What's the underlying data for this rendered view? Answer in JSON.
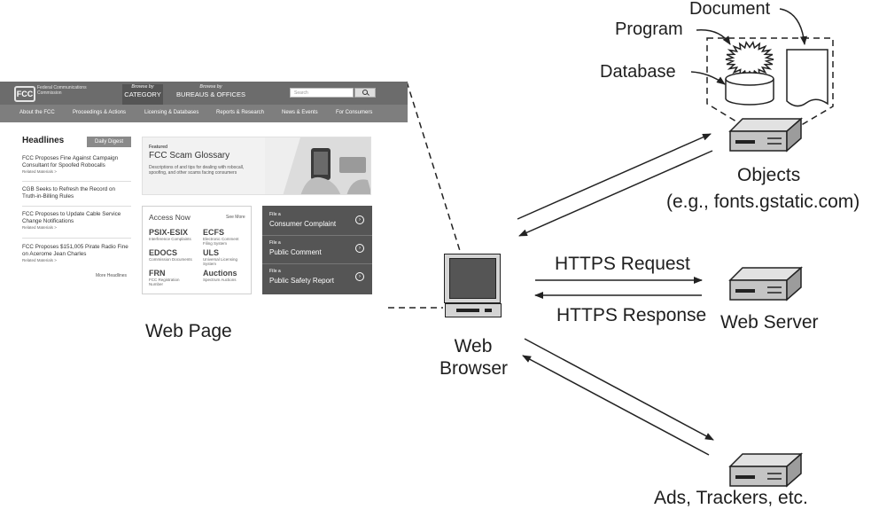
{
  "labels": {
    "web_page": "Web Page",
    "web_browser": [
      "Web",
      "Browser"
    ],
    "https_request": "HTTPS Request",
    "https_response": "HTTPS Response",
    "web_server": "Web Server",
    "objects": "Objects",
    "objects_example": "(e.g., fonts.gstatic.com)",
    "ads_trackers": "Ads, Trackers, etc.",
    "document": "Document",
    "program": "Program",
    "database": "Database"
  },
  "webpage": {
    "agency_name": "Federal Communications Commission",
    "logo": "FCC",
    "browse": [
      {
        "small": "Browse by",
        "big": "CATEGORY"
      },
      {
        "small": "Browse by",
        "big": "BUREAUS & OFFICES"
      }
    ],
    "search_placeholder": "Search",
    "nav": [
      "About the FCC",
      "Proceedings & Actions",
      "Licensing & Databases",
      "Reports & Research",
      "News & Events",
      "For Consumers"
    ],
    "headlines_title": "Headlines",
    "daily_digest": "Daily Digest",
    "headlines": [
      {
        "title": "FCC Proposes Fine Against Campaign Consultant for Spoofed Robocalls",
        "related": "Related Materials >"
      },
      {
        "title": "CGB Seeks to Refresh the Record on Truth-in-Billing Rules",
        "related": ""
      },
      {
        "title": "FCC Proposes to Update Cable Service Change Notifications",
        "related": "Related Materials >"
      },
      {
        "title": "FCC Proposes $151,005 Pirate Radio Fine on Acerome Jean Charles",
        "related": "Related Materials >"
      }
    ],
    "more_headlines": "More Headlines",
    "featured": {
      "tag": "Featured",
      "title": "FCC Scam Glossary",
      "desc": "Descriptions of and tips for dealing with robocall, spoofing, and other scams facing consumers"
    },
    "access_now": {
      "title": "Access Now",
      "see_more": "See More",
      "items": [
        {
          "name": "PSIX-ESIX",
          "desc": "Interference Complaints"
        },
        {
          "name": "ECFS",
          "desc": "Electronic Comment Filing System"
        },
        {
          "name": "EDOCS",
          "desc": "Commission Documents"
        },
        {
          "name": "ULS",
          "desc": "Universal Licensing System"
        },
        {
          "name": "FRN",
          "desc": "FCC Registration Number"
        },
        {
          "name": "Auctions",
          "desc": "Spectrum Auctions"
        }
      ]
    },
    "file": [
      {
        "small": "File a",
        "big": "Consumer Complaint"
      },
      {
        "small": "File a",
        "big": "Public Comment"
      },
      {
        "small": "File a",
        "big": "Public Safety Report"
      }
    ]
  },
  "colors": {
    "line": "#222222",
    "server_top": "#e2e2e2",
    "server_front": "#c4c4c4",
    "header_gray": "#6c6c6c"
  }
}
